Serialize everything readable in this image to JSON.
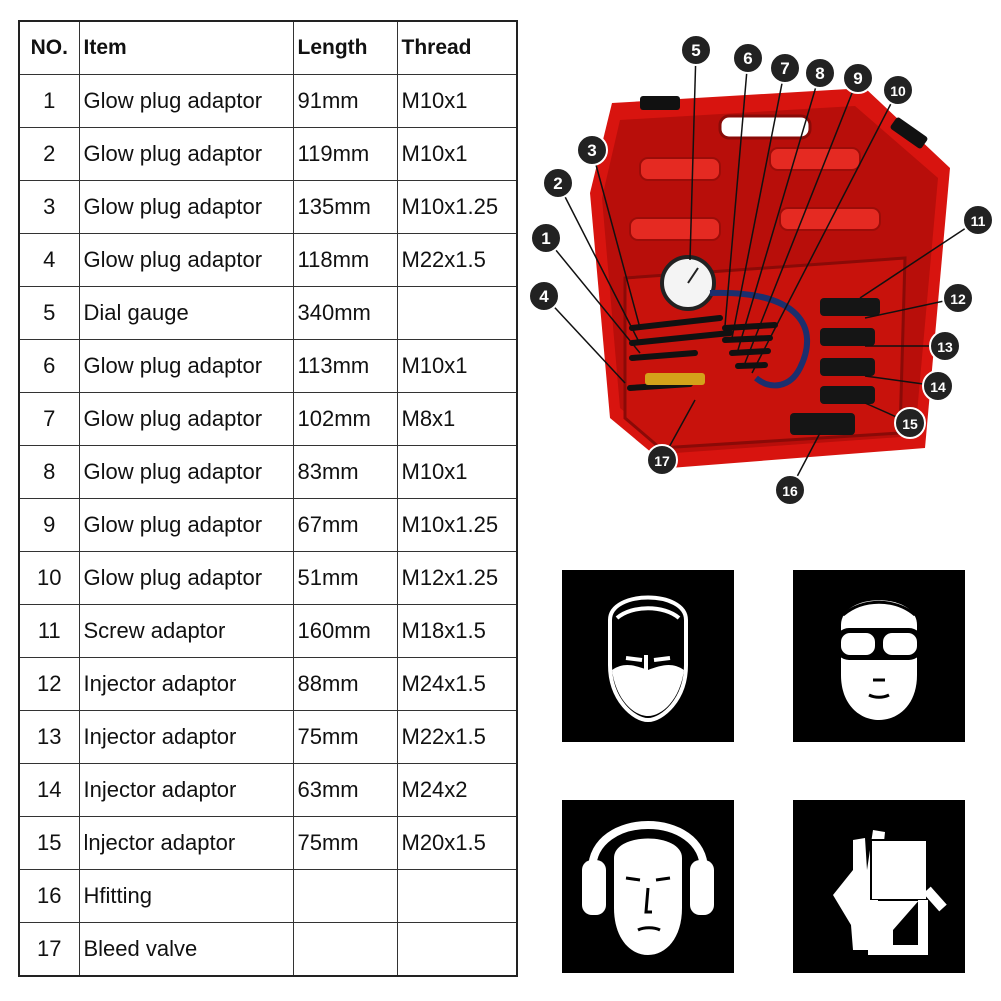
{
  "table": {
    "headers": {
      "no": "NO.",
      "item": "Item",
      "length": "Length",
      "thread": "Thread"
    },
    "rows": [
      {
        "no": "1",
        "item": "Glow plug adaptor",
        "length": "91mm",
        "thread": "M10x1"
      },
      {
        "no": "2",
        "item": "Glow plug adaptor",
        "length": "119mm",
        "thread": "M10x1"
      },
      {
        "no": "3",
        "item": "Glow plug adaptor",
        "length": "135mm",
        "thread": "M10x1.25"
      },
      {
        "no": "4",
        "item": "Glow plug adaptor",
        "length": "118mm",
        "thread": "M22x1.5"
      },
      {
        "no": "5",
        "item": "Dial gauge",
        "length": "340mm",
        "thread": ""
      },
      {
        "no": "6",
        "item": "Glow plug adaptor",
        "length": "113mm",
        "thread": "M10x1"
      },
      {
        "no": "7",
        "item": "Glow plug adaptor",
        "length": "102mm",
        "thread": "M8x1"
      },
      {
        "no": "8",
        "item": "Glow plug adaptor",
        "length": "83mm",
        "thread": "M10x1"
      },
      {
        "no": "9",
        "item": "Glow plug adaptor",
        "length": "67mm",
        "thread": "M10x1.25"
      },
      {
        "no": "10",
        "item": "Glow plug adaptor",
        "length": "51mm",
        "thread": "M12x1.25"
      },
      {
        "no": "11",
        "item": "Screw adaptor",
        "length": "160mm",
        "thread": "M18x1.5"
      },
      {
        "no": "12",
        "item": "Injector adaptor",
        "length": "88mm",
        "thread": "M24x1.5"
      },
      {
        "no": "13",
        "item": "Injector adaptor",
        "length": "75mm",
        "thread": "M22x1.5"
      },
      {
        "no": "14",
        "item": "Injector adaptor",
        "length": "63mm",
        "thread": "M24x2"
      },
      {
        "no": "15",
        "item": "lnjector adaptor",
        "length": "75mm",
        "thread": "M20x1.5"
      },
      {
        "no": "16",
        "item": "Hfitting",
        "length": "",
        "thread": ""
      },
      {
        "no": "17",
        "item": "Bleed valve",
        "length": "",
        "thread": ""
      }
    ]
  },
  "photo": {
    "callouts": [
      "1",
      "2",
      "3",
      "4",
      "5",
      "6",
      "7",
      "8",
      "9",
      "10",
      "11",
      "12",
      "13",
      "14",
      "15",
      "16",
      "17"
    ],
    "case_color": "#d8140f"
  },
  "safety_signs": [
    {
      "icon": "dust-mask-icon"
    },
    {
      "icon": "safety-goggles-icon"
    },
    {
      "icon": "ear-protection-icon"
    },
    {
      "icon": "safety-gloves-icon"
    }
  ]
}
